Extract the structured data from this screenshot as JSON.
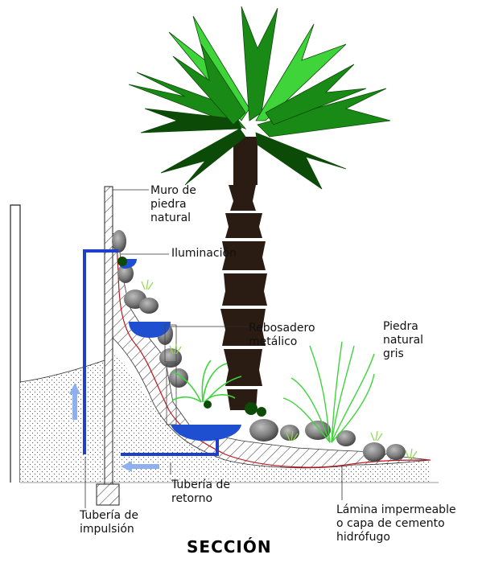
{
  "title": "SECCIÓN",
  "labels": {
    "muro": "Muro de\npiedra\nnatural",
    "iluminacion": "Iluminación",
    "rebosadero": "Rebosadero\nmetálico",
    "piedra_gris": "Piedra\nnatural\ngris",
    "retorno": "Tubería de\nretorno",
    "impulsion": "Tubería de\nimpulsión",
    "lamina": "Lámina impermeable\no capa de cemento\nhidrófugo"
  },
  "colors": {
    "water": "#1f4fd1",
    "pipe": "#1f3fc8",
    "arrow": "#8fb0ee",
    "membrane": "#c0151a",
    "palm_dark": "#0c4a08",
    "palm_mid": "#1a8a16",
    "palm_light": "#3ed43a",
    "trunk": "#2a1c12",
    "rock": "#8d8d8d"
  }
}
